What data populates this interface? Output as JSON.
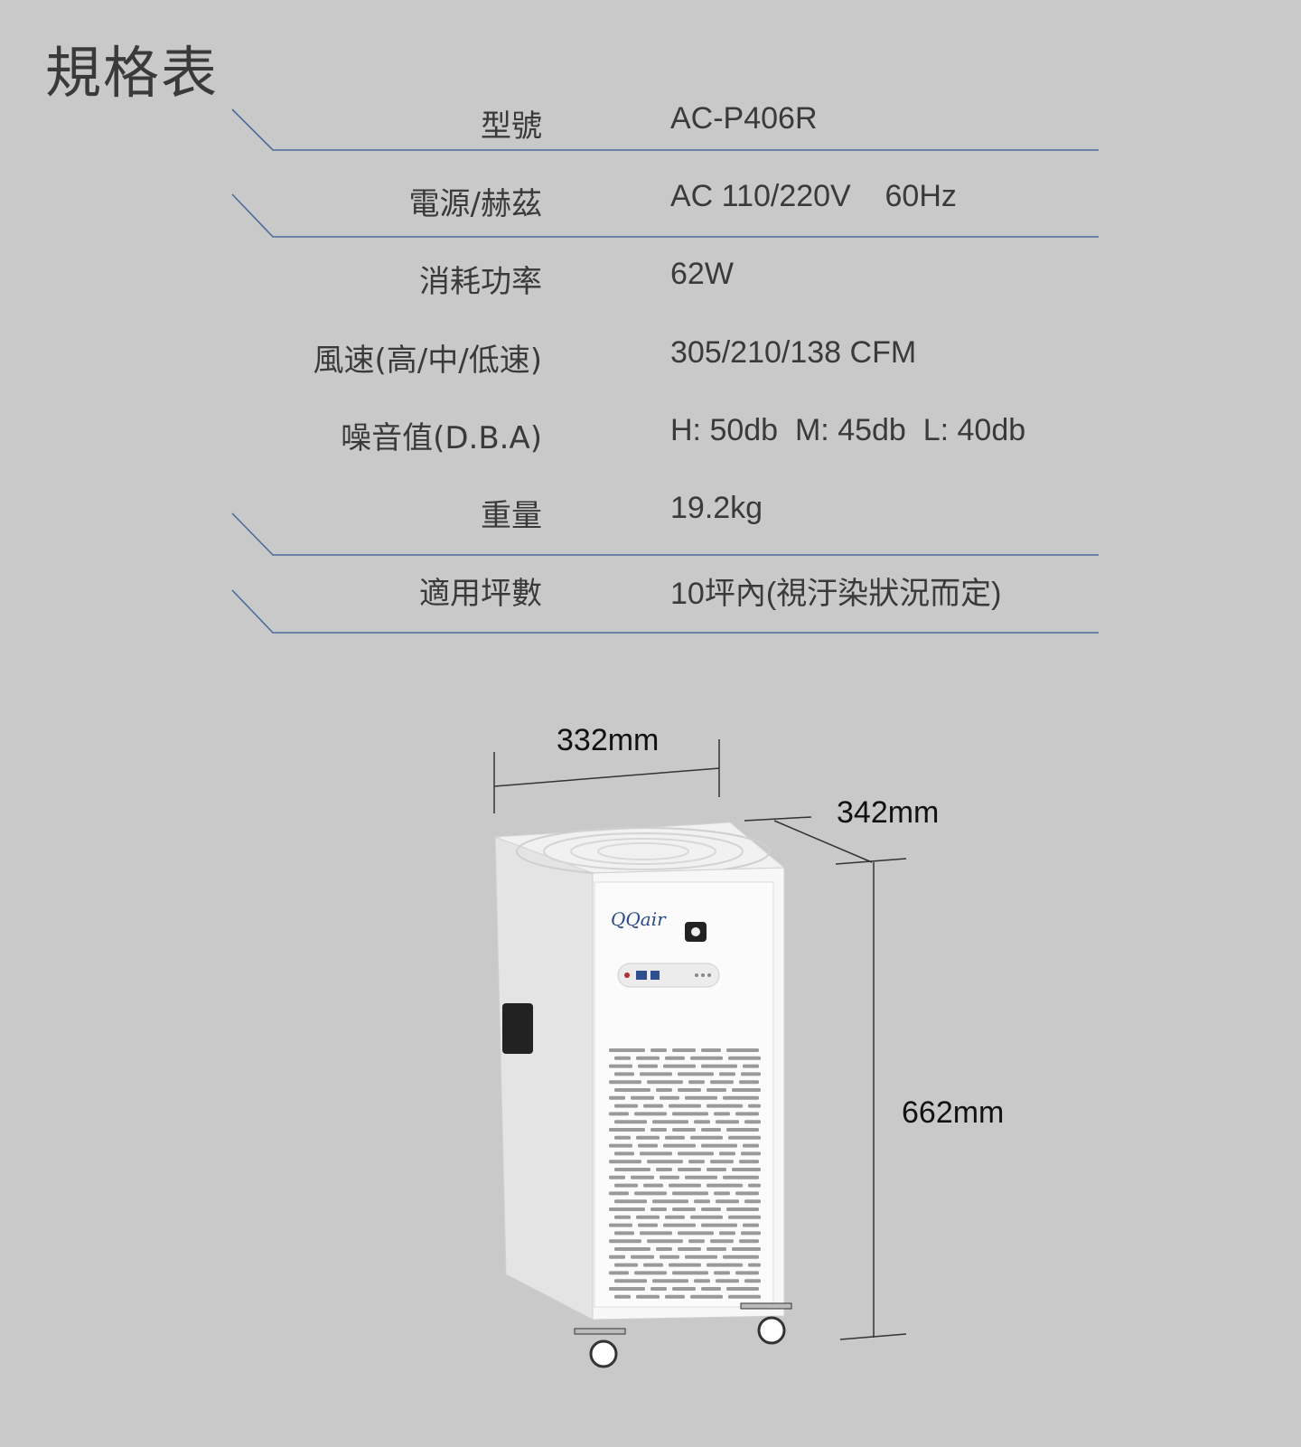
{
  "page": {
    "title": "規格表"
  },
  "specs": [
    {
      "label": "型號",
      "value": "AC-P406R"
    },
    {
      "label": "電源/赫茲",
      "value": "AC 110/220V    60Hz"
    },
    {
      "label": "消耗功率",
      "value": "62W"
    },
    {
      "label": "風速(高/中/低速)",
      "value": "305/210/138 CFM"
    },
    {
      "label": "噪音值(D.B.A)",
      "value": "H: 50db  M: 45db  L: 40db"
    },
    {
      "label": "重量",
      "value": "19.2kg"
    },
    {
      "label": "適用坪數",
      "value": "10坪內(視汙染狀況而定)"
    }
  ],
  "dimensions": {
    "width": "332mm",
    "depth": "342mm",
    "height": "662mm"
  },
  "product": {
    "brand_logo_text": "QQair"
  },
  "colors": {
    "rule_line": "#4a6a9a",
    "background": "#c9c9c9"
  }
}
